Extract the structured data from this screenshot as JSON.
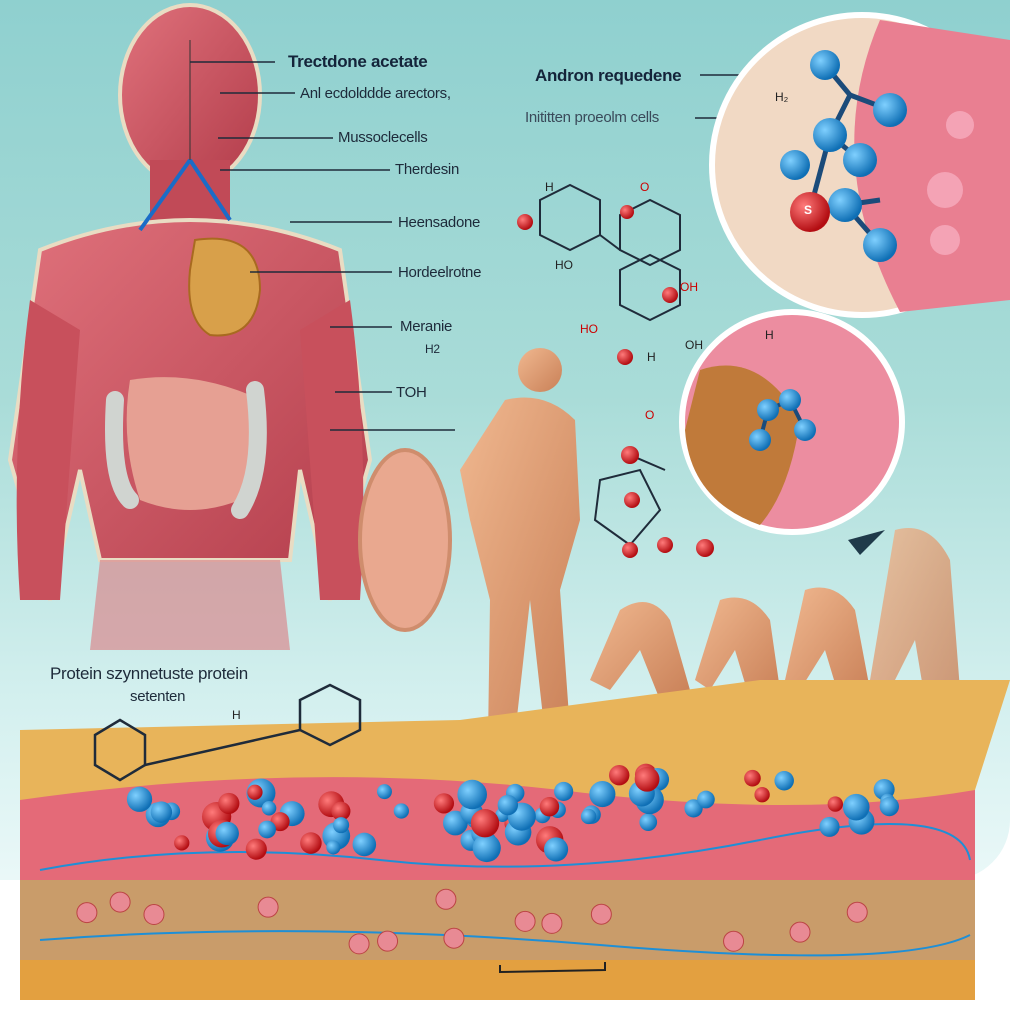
{
  "labels": {
    "trectdone": "Trectdone acetate",
    "receptors": "Anl ecdolddde arectors,",
    "muscle_cells": "Mussoclecells",
    "therdesin": "Therdesin",
    "heensadone": "Heensadone",
    "hordeelrotne": "Hordeelrotne",
    "meranie": "Meranie",
    "meranie_sub": "H2",
    "toh": "TOH",
    "andron": "Andron requedene",
    "cells": "Inititten proeolm cells",
    "protein_line1": "Protein szynnetuste protein",
    "protein_line2": "setenten"
  },
  "molecule_labels": {
    "h_top": "H",
    "o_top": "O",
    "oh_top": "OH",
    "ho_mid": "HO",
    "oh_right": "OH",
    "ho_left": "HO",
    "h_sub": "H",
    "o_lower": "O",
    "h_circle": "H",
    "hs_circle": "H₂",
    "h_slab": "H",
    "s_atom": "S"
  },
  "colors": {
    "background": "#a9dcd8",
    "muscle": "#c9515e",
    "atom_blue": "#1f8fd6",
    "atom_red": "#d71920",
    "slab_top": "#e8b45a",
    "slab_tissue": "#e46a78"
  }
}
